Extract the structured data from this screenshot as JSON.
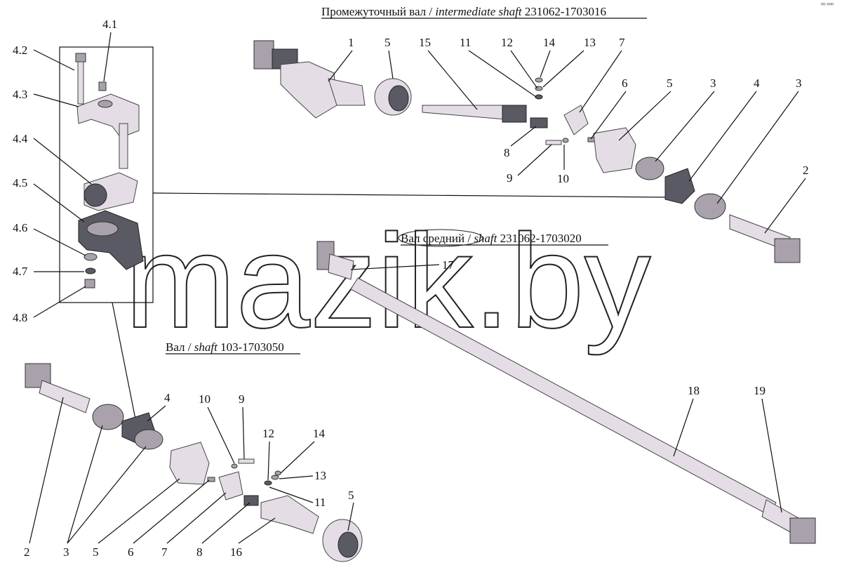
{
  "titles": {
    "intermediate": {
      "ru": "Промежуточный вал / ",
      "en": "intermediate shaft",
      "code": " 231062-1703016"
    },
    "middle": {
      "ru": "Вал средний / ",
      "en": "shaft",
      "code": " 231062-1703020"
    },
    "shaft": {
      "ru": "Вал / ",
      "en": "shaft",
      "code": " 103-1703050"
    }
  },
  "watermark": "mazik.by",
  "corner_mark": "⁰⁰ ⁰⁰⁰",
  "labels": {
    "inset": [
      "4.1",
      "4.2",
      "4.3",
      "4.4",
      "4.5",
      "4.6",
      "4.7",
      "4.8"
    ],
    "top": [
      "1",
      "5",
      "15",
      "11",
      "12",
      "14",
      "13",
      "7",
      "6",
      "5",
      "3",
      "4",
      "3",
      "2",
      "8",
      "9",
      "10"
    ],
    "middle": [
      "17",
      "18",
      "19"
    ],
    "bottom": [
      "4",
      "10",
      "9",
      "12",
      "14",
      "13",
      "11",
      "5",
      "2",
      "3",
      "5",
      "6",
      "7",
      "8",
      "16"
    ]
  }
}
